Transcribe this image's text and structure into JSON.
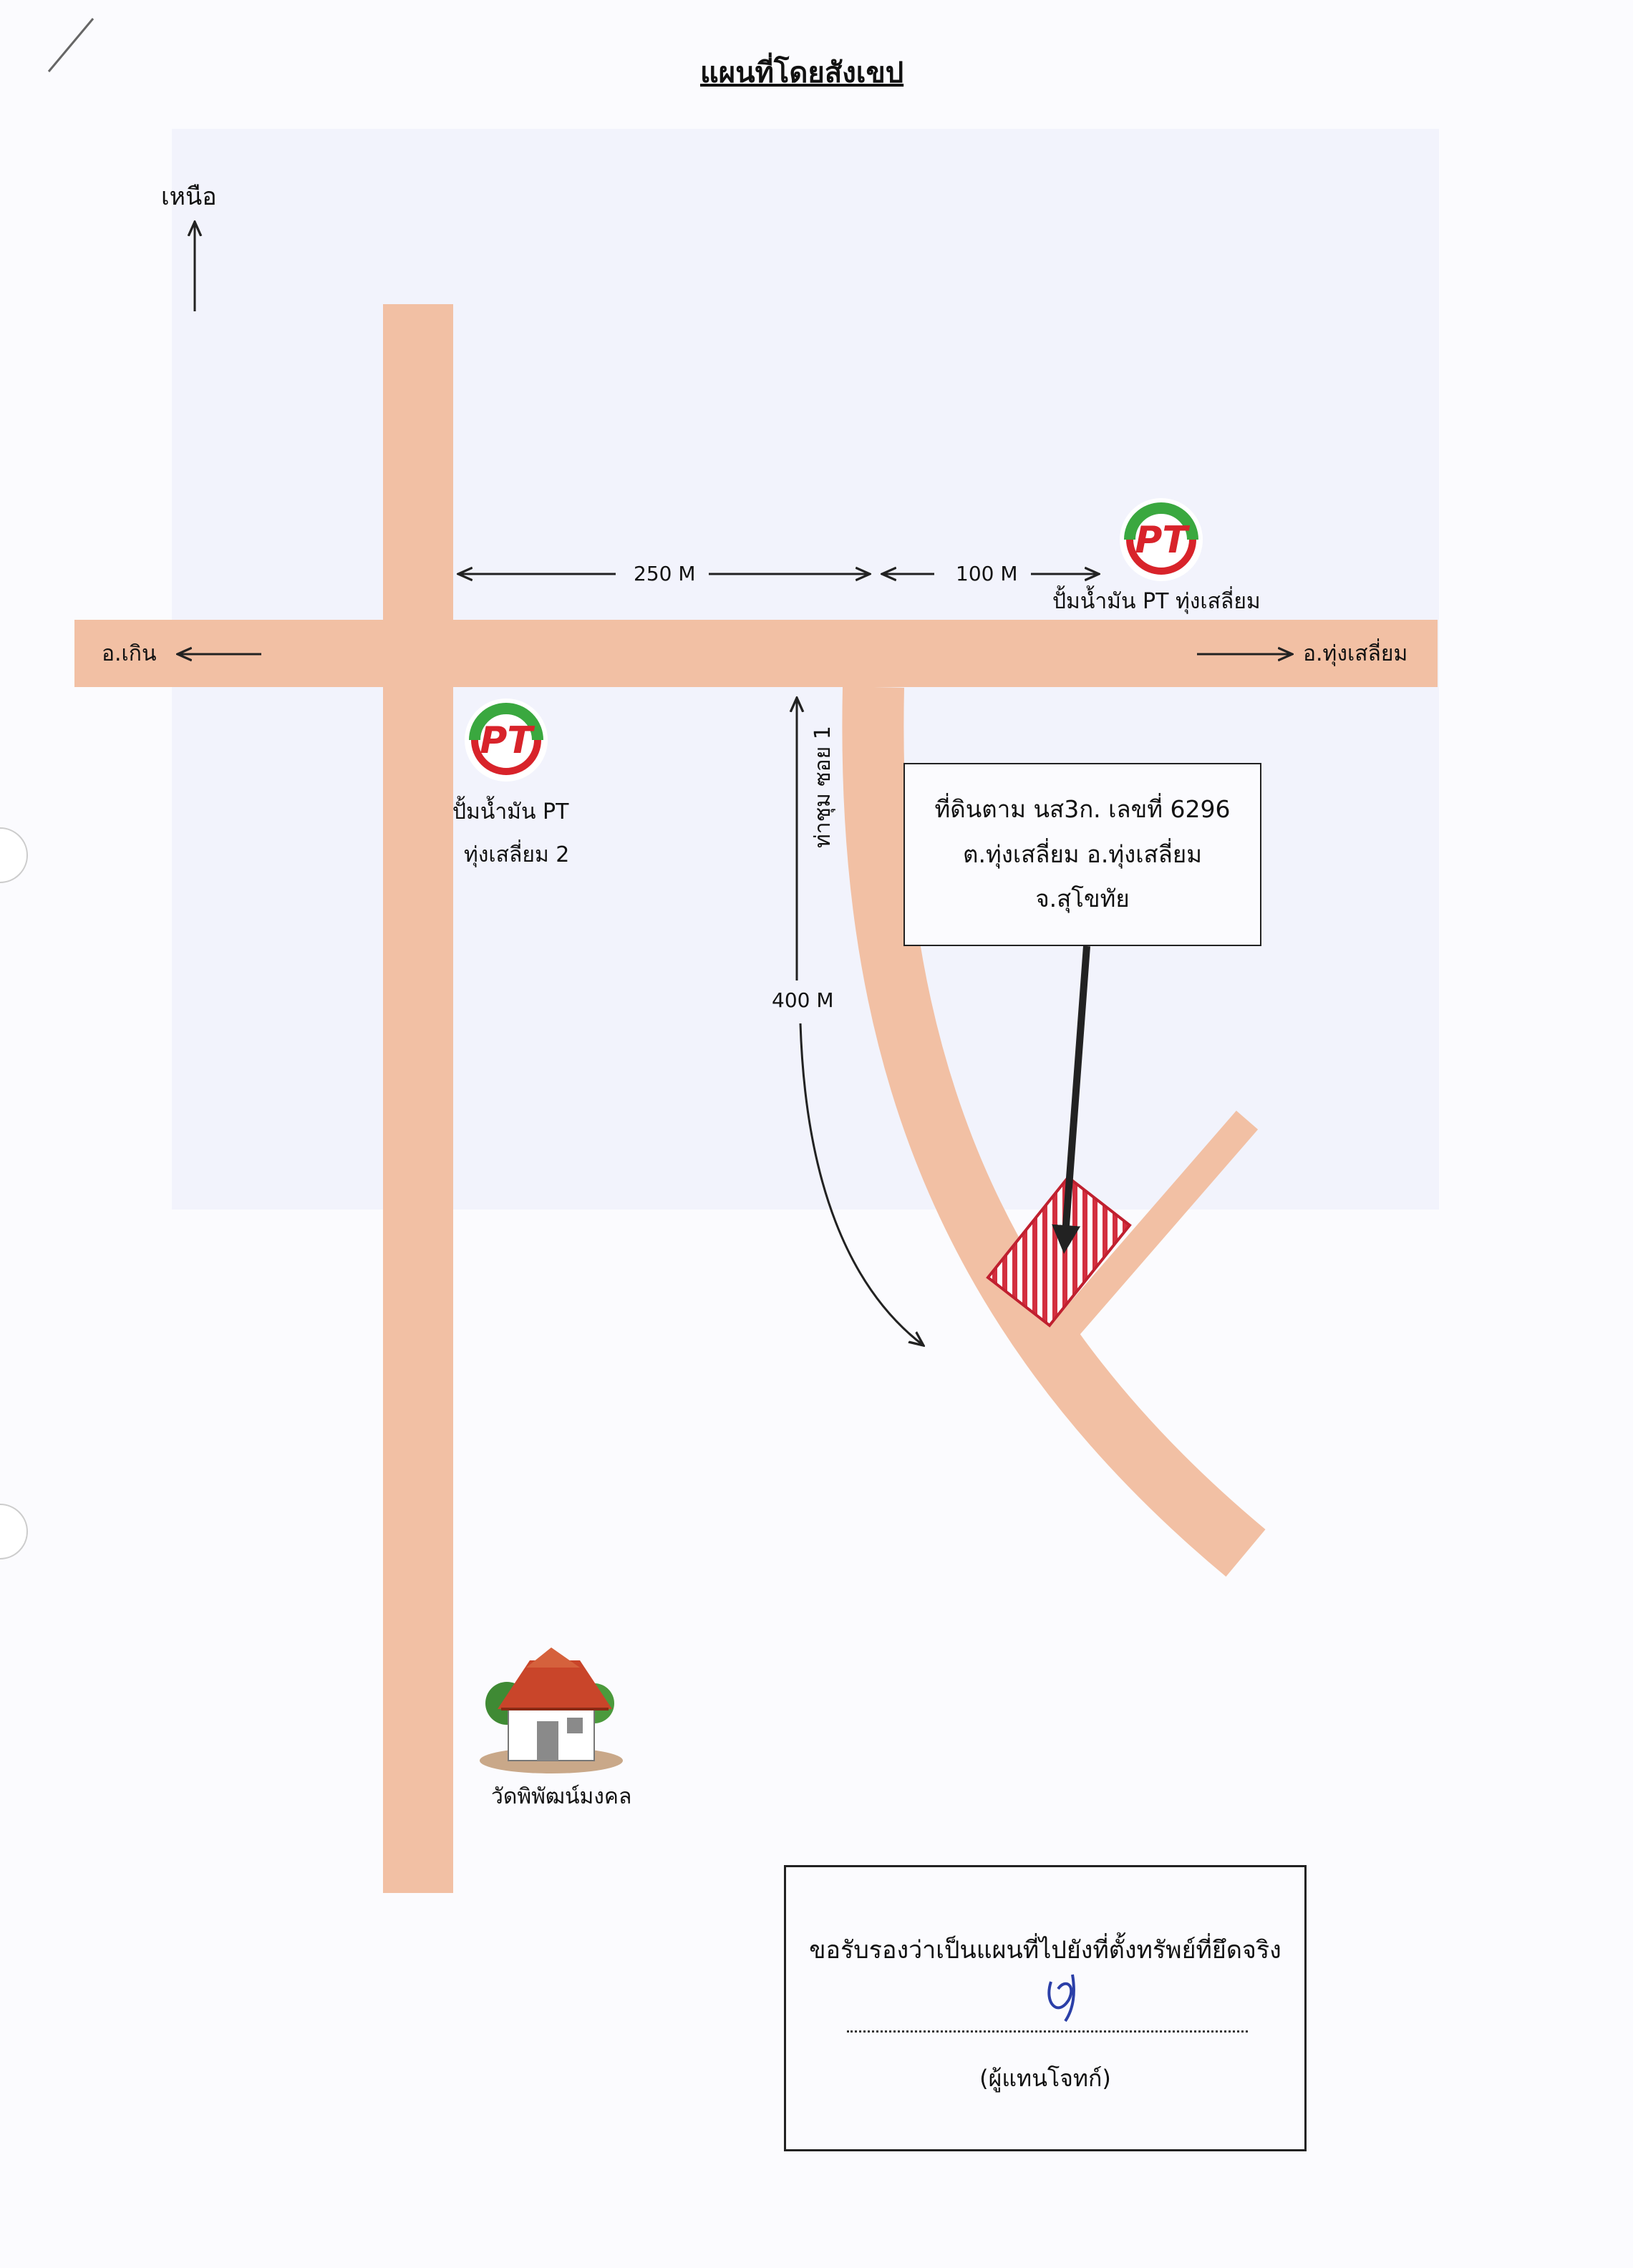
{
  "document": {
    "title": "แผนที่โดยสังเขป",
    "north_label": "เหนือ"
  },
  "distances": {
    "west_segment": "250 M",
    "east_segment": "100 M",
    "soi_length": "400 M"
  },
  "roads": {
    "west_direction": "อ.เกิน",
    "east_direction": "อ.ทุ่งเสลี่ยม",
    "soi_name": "ท่าชุม ซอย 1"
  },
  "stations": {
    "logo_text": "PT",
    "station_1": {
      "line1": "ปั้มน้ำมัน PT ทุ่งเสลี่ยม"
    },
    "station_2": {
      "line1": "ปั้มน้ำมัน PT",
      "line2": "ทุ่งเสลี่ยม 2"
    }
  },
  "landmarks": {
    "temple": "วัดพิพัฒน์มงคล"
  },
  "land_plot": {
    "line1": "ที่ดินตาม นส3ก. เลขที่ 6296",
    "line2": "ต.ทุ่งเสลี่ยม  อ.ทุ่งเสลี่ยม",
    "line3": "จ.สุโขทัย"
  },
  "certification": {
    "statement": "ขอรับรองว่าเป็นแผนที่ไปยังที่ตั้งทรัพย์ที่ยึดจริง",
    "signer_role": "(ผู้แทนโจทก์)"
  },
  "colors": {
    "road": "#f2c0a4",
    "plot_hatch": "#d32f3f",
    "logo_green": "#3aa83f",
    "logo_red": "#d8232a"
  }
}
